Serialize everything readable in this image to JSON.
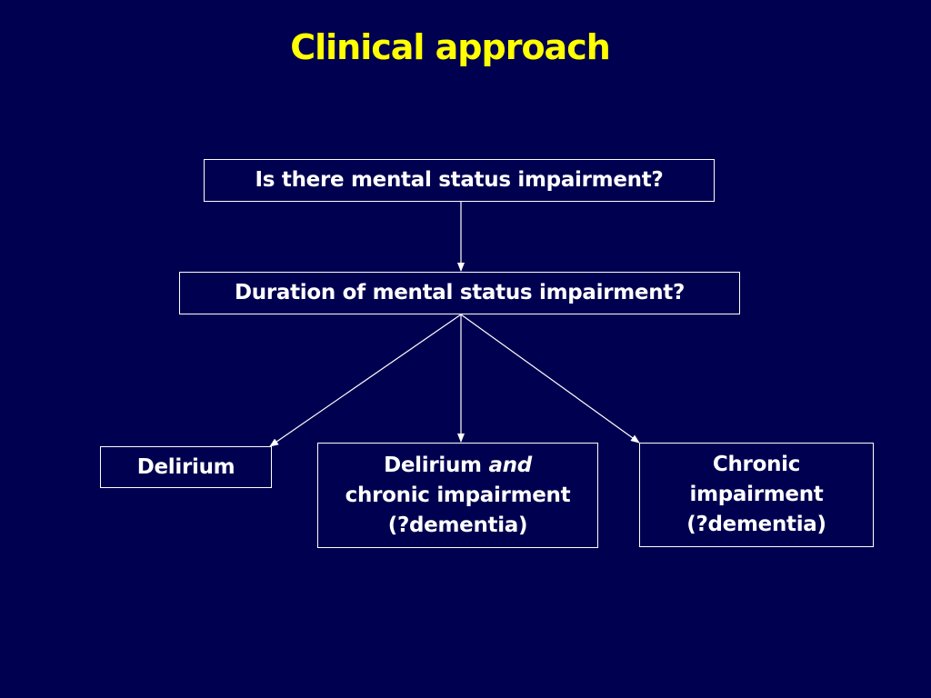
{
  "title": "Clinical approach",
  "colors": {
    "background": "#000050",
    "title": "#ffff00",
    "box_border": "#ffffff",
    "text": "#ffffff"
  },
  "nodes": {
    "q1": "Is there mental status impairment?",
    "q2": "Duration of mental status impairment?",
    "delirium": "Delirium",
    "mixed": {
      "line1_a": "Delirium",
      "line1_b": "and",
      "line2": "chronic impairment",
      "line3": "(?dementia)"
    },
    "chronic": {
      "line1": "Chronic",
      "line2": "impairment",
      "line3": "(?dementia)"
    }
  }
}
